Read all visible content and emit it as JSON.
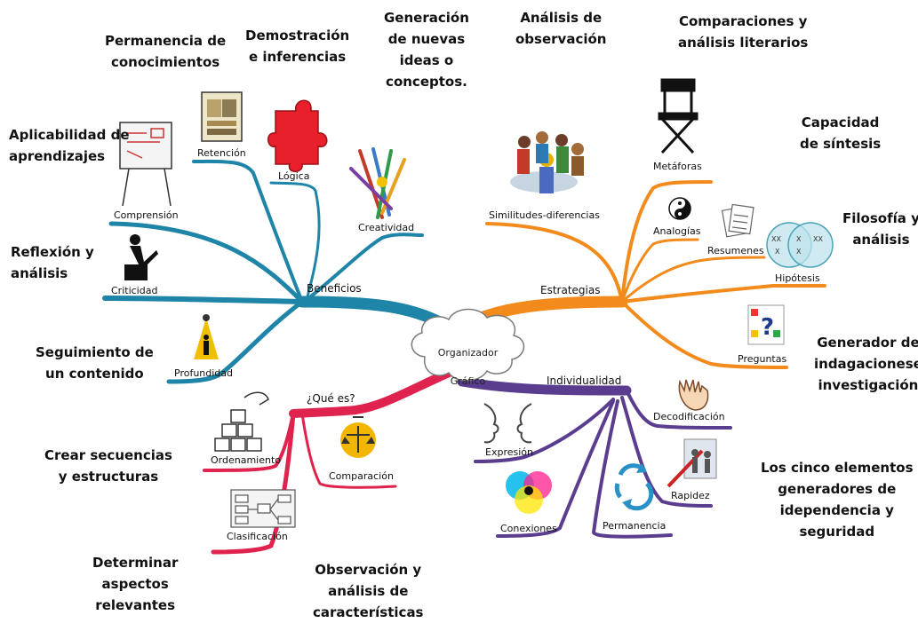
{
  "center": {
    "line1": "Organizador",
    "line2": "Gráfico"
  },
  "colors": {
    "beneficios": "#1e84a8",
    "estrategias": "#f28a1c",
    "individualidad": "#5a3d8f",
    "que_es": "#e0234e"
  },
  "beneficios": {
    "label": "Beneficios",
    "branches": [
      "Comprensión",
      "Retención",
      "Lógica",
      "Creatividad",
      "Criticidad",
      "Profundidad"
    ]
  },
  "estrategias": {
    "label": "Estrategias",
    "branches": [
      "Similitudes-diferencias",
      "Metáforas",
      "Analogías",
      "Resumenes",
      "Hipótesis",
      "Preguntas"
    ]
  },
  "individualidad": {
    "label": "Individualidad",
    "branches": [
      "Decodificación",
      "Expresión",
      "Rapidez",
      "Conexiones",
      "Permanencia"
    ]
  },
  "que_es": {
    "label": "¿Qué es?",
    "branches": [
      "Ordenamiento",
      "Comparación",
      "Clasificación"
    ]
  },
  "notes": {
    "permanencia": "Permanencia de\nconocimientos",
    "demostracion": "Demostración\ne inferencias",
    "generacion": "Generación\nde nuevas\nideas o\nconceptos.",
    "analisis_obs": "Análisis de\nobservación",
    "comparaciones": "Comparaciones y\nanálisis literarios",
    "aplicabilidad": "Aplicabilidad de\naprendizajes",
    "capacidad": "Capacidad\nde síntesis",
    "filosofia": "Filosofía y\nanálisis",
    "reflexion": "Reflexión y\nanálisis",
    "generador": "Generador de\nindagacionese\ninvestigación",
    "seguimiento": "Seguimiento de\nun contenido",
    "crear": "Crear secuencias\ny estructuras",
    "cinco": "Los cinco elementos\ngeneradores de\nidependencia y\nseguridad",
    "determinar": "Determinar\naspectos\nrelevantes",
    "observacion": "Observación y\nanálisis de\ncaracterísticas"
  },
  "icons": [
    "whiteboard-icon",
    "books-icon",
    "puzzle-piece-icon",
    "paint-brushes-icon",
    "speaker-podium-icon",
    "spotlight-figure-icon",
    "blocks-hand-icon",
    "scale-icon",
    "flowchart-icon",
    "meeting-people-icon",
    "directors-chair-icon",
    "yin-yang-icon",
    "documents-icon",
    "venn-diagram-icon",
    "question-cards-icon",
    "hand-icon",
    "faces-icon",
    "mirror-people-icon",
    "color-circles-icon",
    "cycle-arrows-icon"
  ]
}
